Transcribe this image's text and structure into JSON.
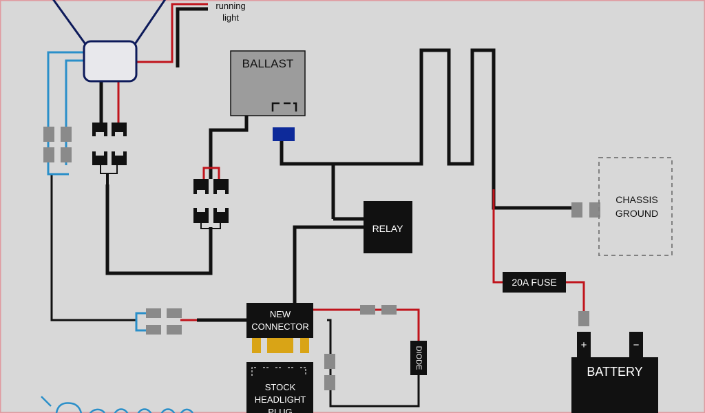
{
  "labels": {
    "running_light": [
      "running",
      "light"
    ],
    "ballast": "BALLAST",
    "relay": "RELAY",
    "chassis_ground": [
      "CHASSIS",
      "GROUND"
    ],
    "fuse": "20A FUSE",
    "new_connector": [
      "NEW",
      "CONNECTOR"
    ],
    "diode": "DIODE",
    "stock_plug": [
      "STOCK",
      "HEADLIGHT",
      "PLUG"
    ],
    "battery": "BATTERY",
    "battery_plus": "+",
    "battery_minus": "−"
  },
  "colors": {
    "background": "#d8d8d8",
    "wire_black": "#111111",
    "wire_red": "#c0141c",
    "wire_blue": "#2a8fc9",
    "connector_gray": "#8a8a8a",
    "ballast_gray": "#9c9c9c",
    "plug_gold": "#d9a416",
    "fuse_dark": "#111111",
    "dark_blue": "#0d2a9a",
    "border_pink": "#e09aa0"
  }
}
